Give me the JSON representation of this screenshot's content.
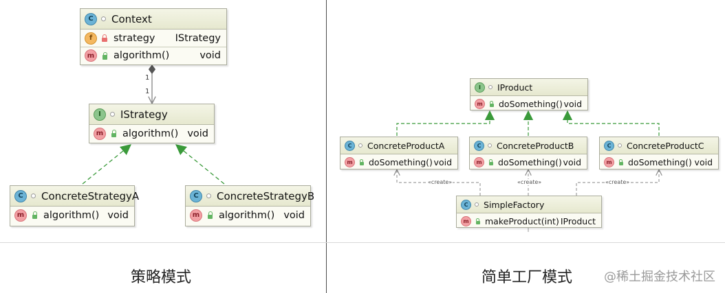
{
  "strategy_diagram": {
    "context": {
      "name": "Context",
      "kind": "C",
      "fields": [
        {
          "kind": "f",
          "name": "strategy",
          "type": "IStrategy"
        }
      ],
      "methods": [
        {
          "kind": "m",
          "name": "algorithm()",
          "type": "void"
        }
      ]
    },
    "istrategy": {
      "name": "IStrategy",
      "kind": "I",
      "methods": [
        {
          "kind": "m",
          "name": "algorithm()",
          "type": "void"
        }
      ]
    },
    "strategy_a": {
      "name": "ConcreteStrategyA",
      "kind": "C",
      "methods": [
        {
          "kind": "m",
          "name": "algorithm()",
          "type": "void"
        }
      ]
    },
    "strategy_b": {
      "name": "ConcreteStrategyB",
      "kind": "C",
      "methods": [
        {
          "kind": "m",
          "name": "algorithm()",
          "type": "void"
        }
      ]
    },
    "multiplicity_source": "1",
    "multiplicity_target": "1",
    "caption": "策略模式"
  },
  "factory_diagram": {
    "iproduct": {
      "name": "IProduct",
      "kind": "I",
      "methods": [
        {
          "kind": "m",
          "name": "doSomething()",
          "type": "void"
        }
      ]
    },
    "product_a": {
      "name": "ConcreteProductA",
      "kind": "C",
      "methods": [
        {
          "kind": "m",
          "name": "doSomething()",
          "type": "void"
        }
      ]
    },
    "product_b": {
      "name": "ConcreteProductB",
      "kind": "C",
      "methods": [
        {
          "kind": "m",
          "name": "doSomething()",
          "type": "void"
        }
      ]
    },
    "product_c": {
      "name": "ConcreteProductC",
      "kind": "C",
      "methods": [
        {
          "kind": "m",
          "name": "doSomething()",
          "type": "void"
        }
      ]
    },
    "simple_factory": {
      "name": "SimpleFactory",
      "kind": "C",
      "methods": [
        {
          "kind": "m",
          "name": "makeProduct(int)",
          "type": "IProduct"
        }
      ]
    },
    "create_labels": [
      "«create»",
      "«create»",
      "«create»"
    ],
    "caption": "简单工厂模式"
  },
  "watermark": "@稀土掘金技术社区",
  "colors": {
    "realization_line": "#3a9a3a",
    "dependency_line": "#8a8a8a",
    "association_line": "#7a7a7a",
    "box_background": "#fbfbf3",
    "box_border": "#a9ab9b"
  }
}
